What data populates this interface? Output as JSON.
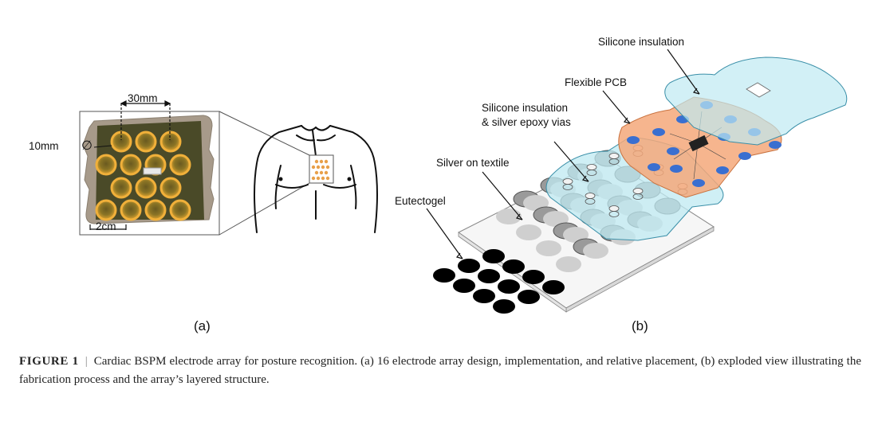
{
  "panel_a": {
    "label": "(a)",
    "dim_spacing": "30mm",
    "dim_diameter": "10mm",
    "diameter_symbol": "∅",
    "scale_bar": "2cm"
  },
  "panel_b": {
    "label": "(b)",
    "layers": {
      "silicone_top": "Silicone insulation",
      "flexible_pcb": "Flexible PCB",
      "vias_line1": "Silicone insulation",
      "vias_line2": "& silver epoxy vias",
      "silver_textile": "Silver on textile",
      "eutectogel": "Eutectogel"
    }
  },
  "caption": {
    "figure": "FIGURE 1",
    "separator": "|",
    "text": "Cardiac BSPM electrode array for posture recognition. (a) 16 electrode array design, implementation, and relative placement, (b) exploded view illustrating the fabrication process and the array’s layered structure."
  }
}
